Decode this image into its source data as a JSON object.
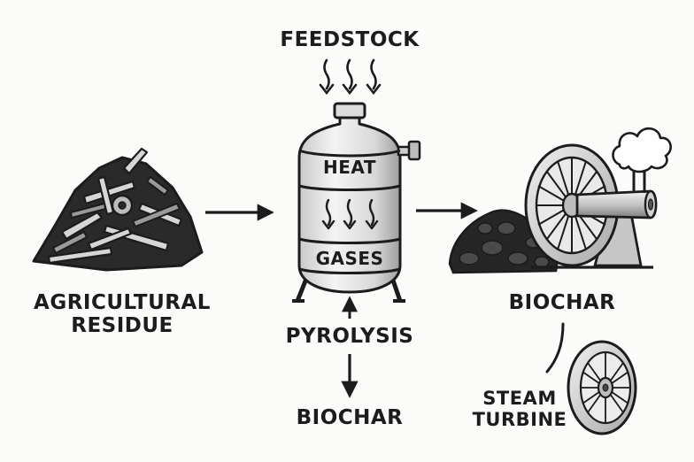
{
  "labels": {
    "feedstock": "FEEDSTOCK",
    "heat": "HEAT",
    "gases": "GASES",
    "pyrolysis": "PYROLYSIS",
    "biochar_bottom": "BIOCHAR",
    "agricultural_residue_line1": "AGRICULTURAL",
    "agricultural_residue_line2": "RESIDUE",
    "biochar_right": "BIOCHAR",
    "steam_turbine_line1": "STEAM",
    "steam_turbine_line2": "TURBINE"
  },
  "colors": {
    "ink": "#1c1c1c",
    "background": "#fbfbfa",
    "metal_light": "#e6e6e6",
    "metal_dark": "#9a9a9a",
    "char": "#2a2a2a"
  }
}
